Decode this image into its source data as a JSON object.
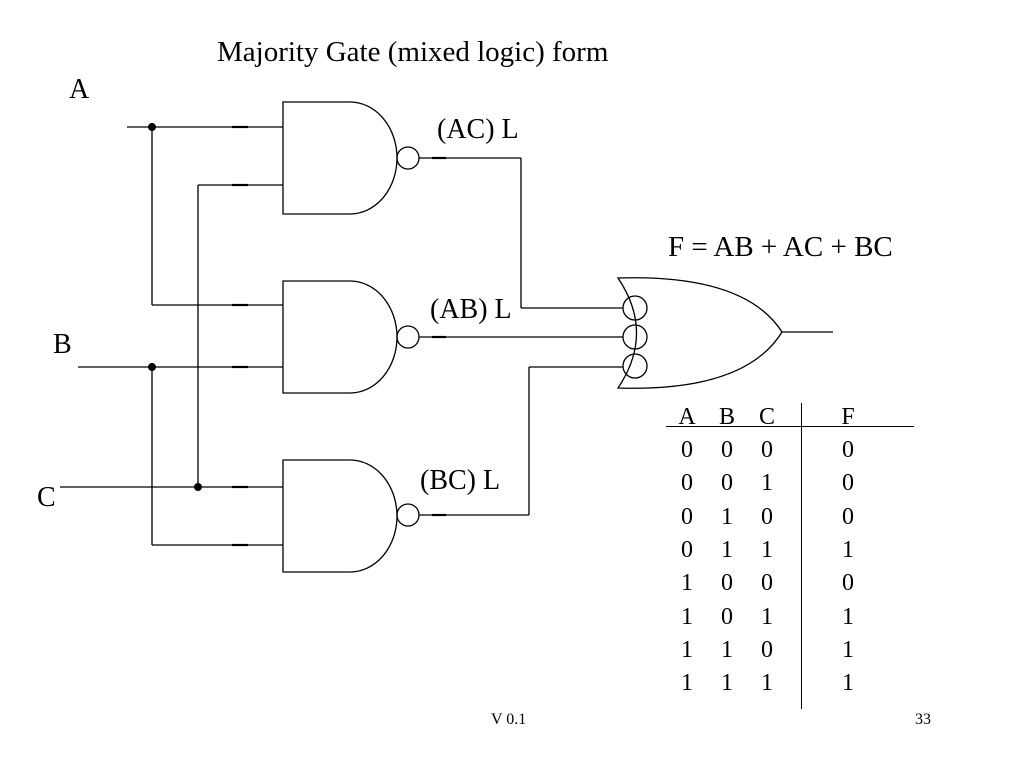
{
  "slide": {
    "title": "Majority Gate  (mixed logic) form",
    "equation": "F  = AB + AC + BC",
    "version": "V 0.1",
    "page_number": "33"
  },
  "inputs": {
    "a": "A",
    "b": "B",
    "c": "C"
  },
  "gates": [
    {
      "output_label": "(AC) L"
    },
    {
      "output_label": "(AB) L"
    },
    {
      "output_label": "(BC) L"
    }
  ],
  "truth_table": {
    "headers": [
      "A",
      "B",
      "C",
      "F"
    ],
    "rows": [
      [
        "0",
        "0",
        "0",
        "0"
      ],
      [
        "0",
        "0",
        "1",
        "0"
      ],
      [
        "0",
        "1",
        "0",
        "0"
      ],
      [
        "0",
        "1",
        "1",
        "1"
      ],
      [
        "1",
        "0",
        "0",
        "0"
      ],
      [
        "1",
        "0",
        "1",
        "1"
      ],
      [
        "1",
        "1",
        "0",
        "1"
      ],
      [
        "1",
        "1",
        "1",
        "1"
      ]
    ]
  }
}
